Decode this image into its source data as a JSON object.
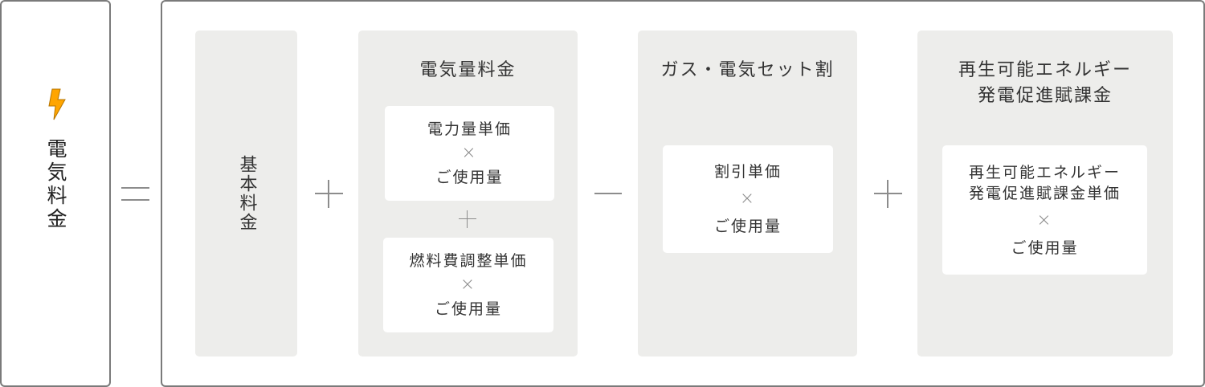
{
  "result": {
    "icon": "lightning-bolt-icon",
    "icon_color": "#FFA500",
    "label": "電気料金"
  },
  "operators": {
    "equals": "=",
    "plus1": "+",
    "minus": "−",
    "plus2": "+"
  },
  "terms": {
    "basic": {
      "label": "基本料金"
    },
    "energy": {
      "title": "電気量料金",
      "card1": {
        "line1": "電力量単価",
        "times": "×",
        "line2": "ご使用量"
      },
      "inner_plus": "+",
      "card2": {
        "line1": "燃料費調整単価",
        "times": "×",
        "line2": "ご使用量"
      }
    },
    "discount": {
      "title": "ガス・電気セット割",
      "card": {
        "line1": "割引単価",
        "times": "×",
        "line2": "ご使用量"
      }
    },
    "renewable": {
      "title_line1": "再生可能エネルギー",
      "title_line2": "発電促進賦課金",
      "card": {
        "line1": "再生可能エネルギー",
        "line1b": "発電促進賦課金単価",
        "times": "×",
        "line2": "ご使用量"
      }
    }
  },
  "colors": {
    "panel_bg": "#EDEDEB",
    "card_bg": "#FFFFFF",
    "border": "#7A7A7A",
    "operator": "#8C8C8C",
    "accent": "#FFA500"
  }
}
